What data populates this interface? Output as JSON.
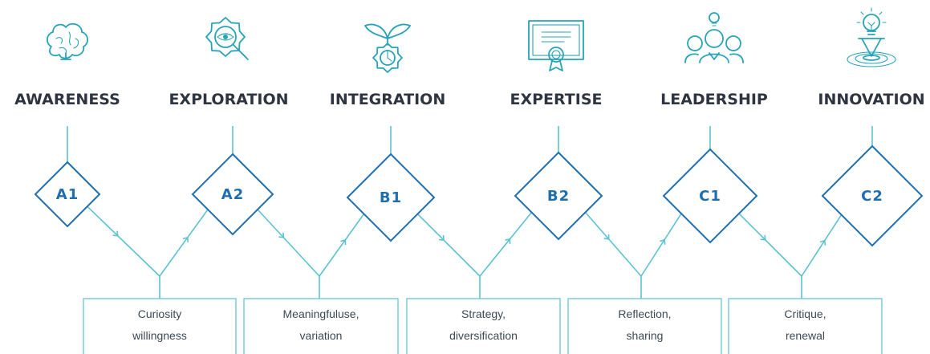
{
  "stages": [
    {
      "title": "AWARENESS",
      "level": "A1",
      "icon": "brain-icon"
    },
    {
      "title": "EXPLORATION",
      "level": "A2",
      "icon": "gear-eye-magnifier-icon"
    },
    {
      "title": "INTEGRATION",
      "level": "B1",
      "icon": "sprout-gear-icon"
    },
    {
      "title": "EXPERTISE",
      "level": "B2",
      "icon": "certificate-icon"
    },
    {
      "title": "LEADERSHIP",
      "level": "C1",
      "icon": "team-lightbulb-icon"
    },
    {
      "title": "INNOVATION",
      "level": "C2",
      "icon": "lightbulb-pin-icon"
    }
  ],
  "transitions": [
    {
      "lines": [
        "Curiosity",
        "willingness"
      ]
    },
    {
      "lines": [
        "Meaningfuluse,",
        "variation"
      ]
    },
    {
      "lines": [
        "Strategy,",
        "diversification"
      ]
    },
    {
      "lines": [
        "Reflection,",
        "sharing"
      ]
    },
    {
      "lines": [
        "Critique,",
        "renewal"
      ]
    }
  ],
  "colors": {
    "title": "#2e3440",
    "level": "#1f6fb0",
    "connector": "#5bc3cf",
    "icon": "#27a4b7",
    "box_border": "#6fcad3"
  }
}
